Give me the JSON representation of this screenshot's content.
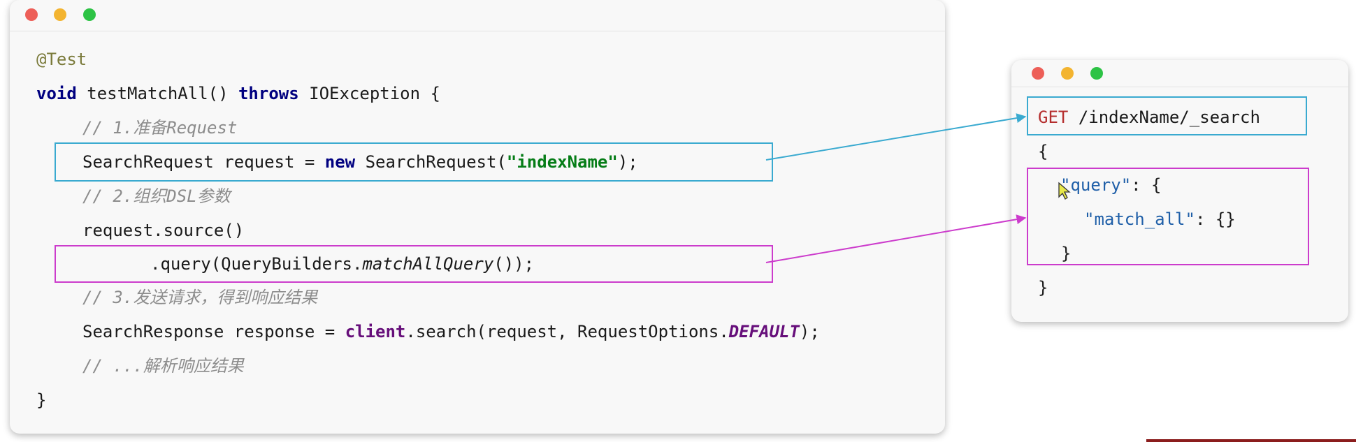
{
  "code_window": {
    "lines": {
      "l1": {
        "annotation": "@Test"
      },
      "l2": {
        "kw1": "void",
        "method_sig": " testMatchAll() ",
        "kw2": "throws",
        "rest": " IOException {"
      },
      "l3": {
        "comment": "// 1.准备Request"
      },
      "l4": {
        "pre": "SearchRequest request = ",
        "kw": "new",
        "mid": " SearchRequest(",
        "str": "\"indexName\"",
        "post": ");"
      },
      "l5": {
        "comment": "// 2.组织DSL参数"
      },
      "l6": {
        "text": "request.source()"
      },
      "l7": {
        "pre": ".query(QueryBuilders.",
        "italic": "matchAllQuery",
        "post": "());"
      },
      "l8": {
        "comment": "// 3.发送请求，得到响应结果"
      },
      "l9": {
        "pre": "SearchResponse response = ",
        "field": "client",
        "mid": ".search(request, RequestOptions.",
        "const": "DEFAULT",
        "post": ");"
      },
      "l10": {
        "comment": "// ...解析响应结果"
      },
      "l11": {
        "text": "}"
      }
    }
  },
  "json_window": {
    "method": "GET",
    "path": " /indexName/_search",
    "open_brace": "{",
    "query_key": "\"query\"",
    "query_colon": ": {",
    "match_all_key": "\"match_all\"",
    "match_all_value": ": {}",
    "inner_close": "}",
    "close_brace": "}"
  },
  "colors": {
    "request_highlight": "#3aaad0",
    "query_highlight": "#cc3ccc"
  }
}
